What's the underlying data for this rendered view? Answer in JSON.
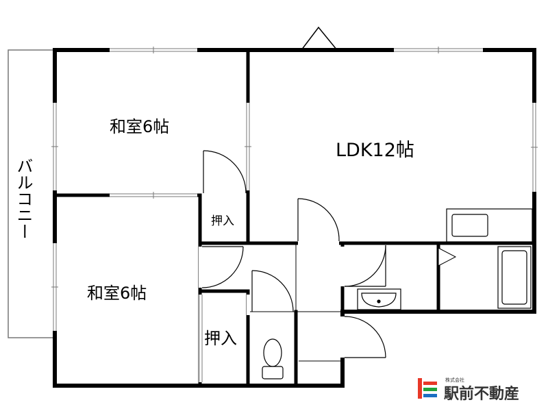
{
  "rooms": {
    "ldk": "LDK12帖",
    "washitsu_top": "和室6帖",
    "washitsu_bottom": "和室6帖",
    "oshiire_top": "押入",
    "oshiire_bottom": "押入",
    "balcony": "バルコニー"
  },
  "logo": {
    "company_small": "株式会社",
    "company_name": "駅前不動産"
  },
  "colors": {
    "wall": "#000000",
    "thin": "#777777",
    "logo_red": "#e83828",
    "logo_green": "#22a33b",
    "logo_blue": "#1b6fc2"
  }
}
